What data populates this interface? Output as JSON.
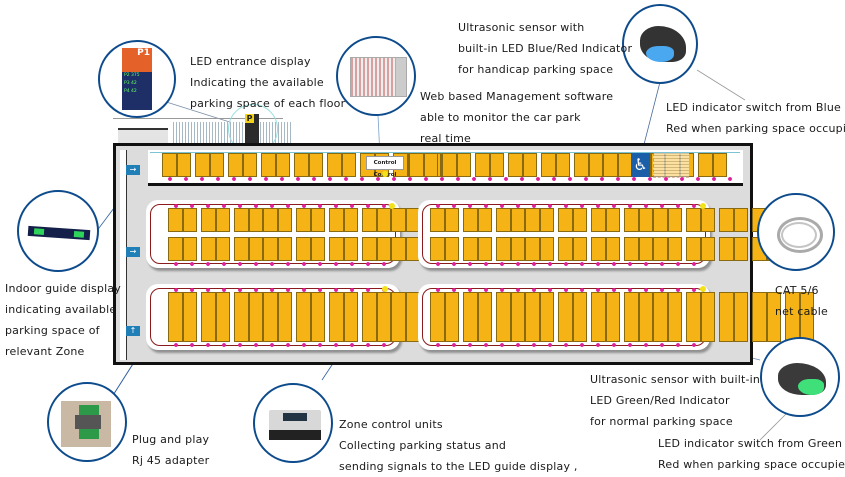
{
  "callouts": {
    "led_entrance": {
      "lines": [
        "LED entrance display",
        "Indicating the available",
        "parking space of each floor"
      ]
    },
    "web_software": {
      "lines": [
        "Web based Management software",
        "able to monitor the car park",
        "real time"
      ]
    },
    "handicap_sensor": {
      "lines": [
        "Ultrasonic sensor with",
        "built-in LED Blue/Red Indicator",
        "for handicap parking space"
      ]
    },
    "blue_red_switch": {
      "lines": [
        "LED indicator switch from Blue to",
        "Red when parking space occupied"
      ]
    },
    "indoor_guide": {
      "lines": [
        "Indoor guide display",
        "indicating available",
        "parking space of",
        "relevant Zone"
      ]
    },
    "cat_cable": {
      "lines": [
        "CAT 5/6",
        "net cable"
      ]
    },
    "normal_sensor": {
      "lines": [
        "Ultrasonic sensor with built-in",
        "LED Green/Red Indicator",
        "for normal parking space"
      ]
    },
    "green_red_switch": {
      "lines": [
        "LED indicator switch from Green to",
        "Red when parking space occupied"
      ]
    },
    "rj45": {
      "lines": [
        "Plug and play",
        "Rj 45 adapter"
      ]
    },
    "zone_control": {
      "lines": [
        "Zone control units",
        "Collecting parking status and",
        "sending signals to the LED guide display ,"
      ]
    }
  },
  "floorplan": {
    "control_box_label": "Control Control",
    "entrance_sign_letter": "P",
    "entrance_display": {
      "header": "P1",
      "rows": [
        "P2 375",
        "P3 42",
        "P4 42"
      ]
    },
    "guide_arrows": [
      "→",
      "→",
      "↑"
    ],
    "colors": {
      "space": "#f5b315",
      "sensor": "#e0209a",
      "zone_unit": "#f3e21a",
      "circle_border": "#0d4b8c",
      "handicap": "#1b5fa8"
    }
  }
}
